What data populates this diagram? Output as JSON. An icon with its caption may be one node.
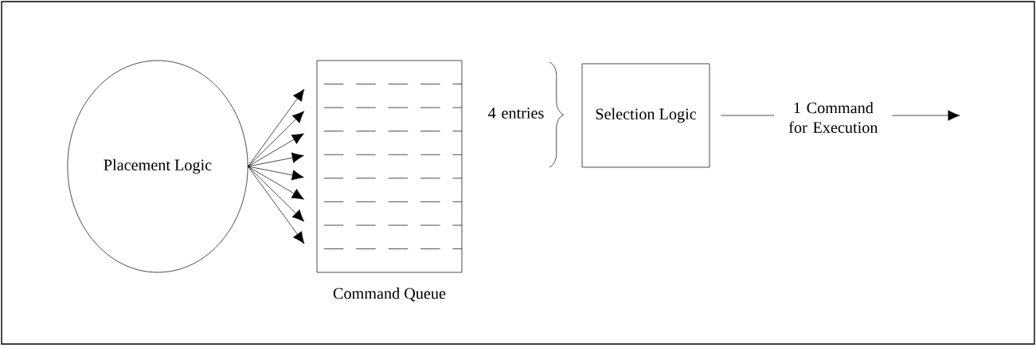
{
  "diagram": {
    "nodes": [
      {
        "text": [
          "Placement Logic"
        ]
      },
      {
        "text": [
          "Command Queue"
        ]
      },
      {
        "text": [
          "Selection Logic"
        ]
      }
    ],
    "edges": [
      {
        "from": 0,
        "to": 1,
        "arrow": "to"
      },
      {
        "from": 0,
        "to": 1,
        "arrow": "to"
      },
      {
        "from": 0,
        "to": 1,
        "arrow": "to"
      },
      {
        "from": 0,
        "to": 1,
        "arrow": "to"
      },
      {
        "from": 0,
        "to": 1,
        "arrow": "to"
      },
      {
        "from": 0,
        "to": 1,
        "arrow": "to"
      },
      {
        "from": 0,
        "to": 1,
        "arrow": "to"
      },
      {
        "from": 0,
        "to": 1,
        "arrow": "to"
      },
      {
        "from": 2,
        "to": null,
        "arrow": "to",
        "label": "1 Command for Execution"
      }
    ],
    "labels": [
      "4 entries"
    ]
  }
}
